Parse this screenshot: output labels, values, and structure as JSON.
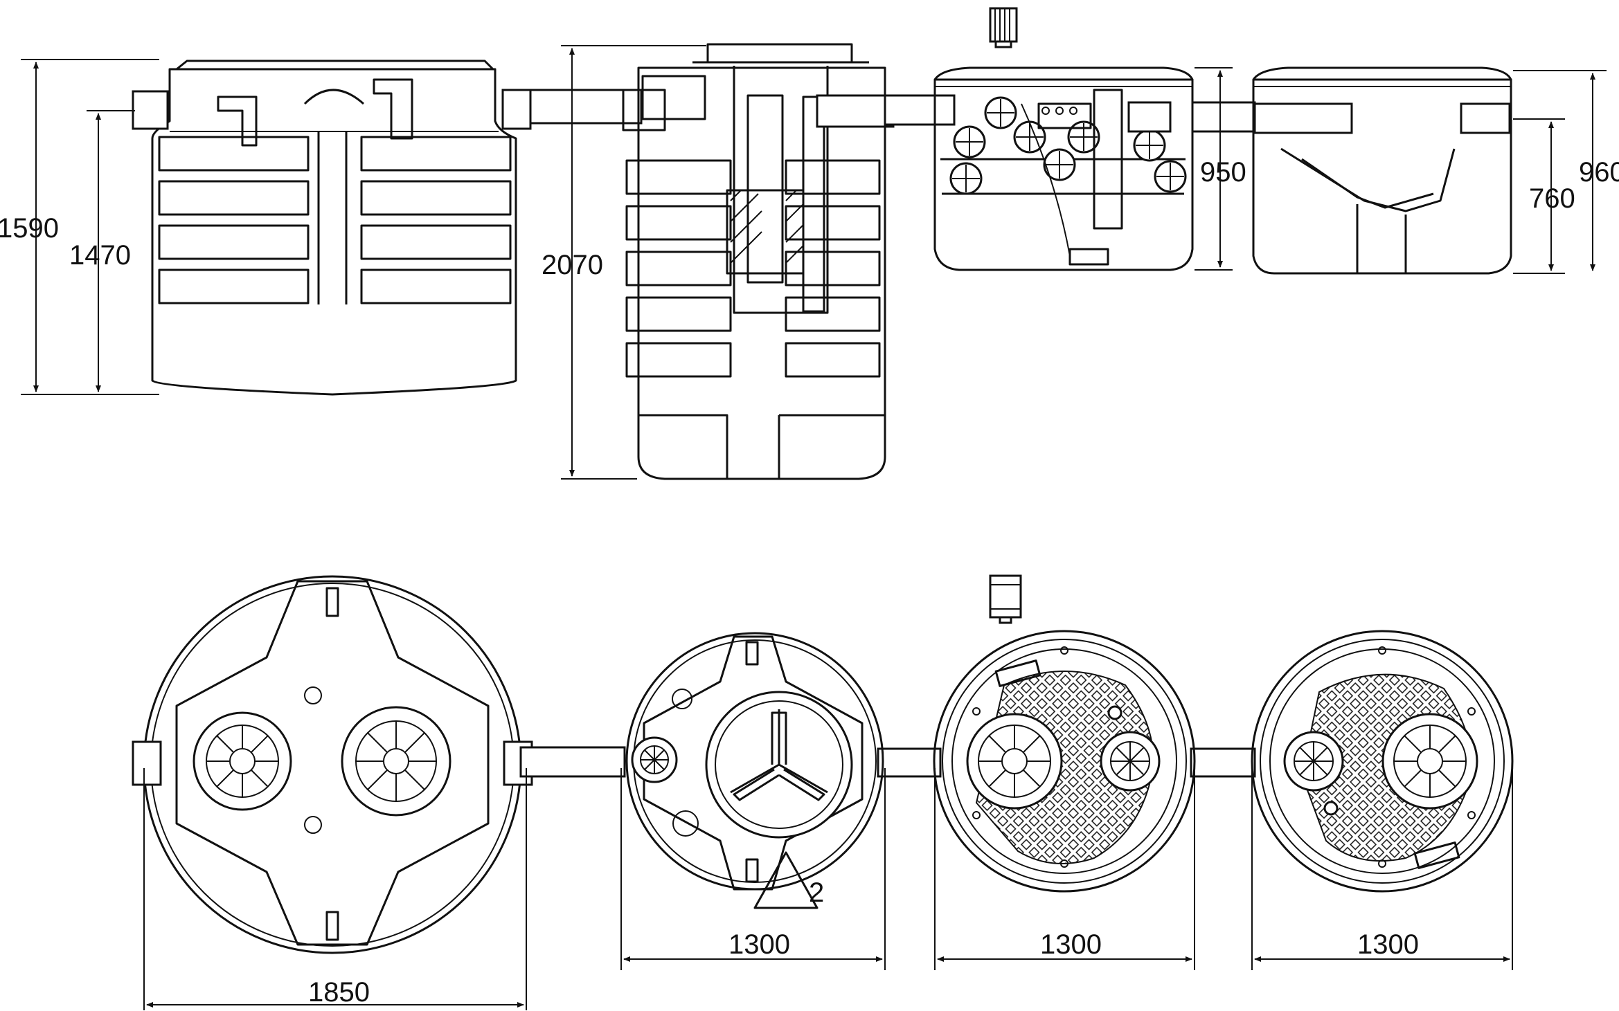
{
  "dimensions": {
    "tank1_height_total": "1590",
    "tank1_height_inlet": "1470",
    "tank2_height": "2070",
    "tank3_height": "950",
    "tank4_height_inlet": "760",
    "tank4_height_total": "960",
    "tank1_diameter": "1850",
    "tank2_diameter": "1300",
    "tank3_diameter": "1300",
    "tank4_diameter": "1300",
    "marker_number": "2"
  }
}
